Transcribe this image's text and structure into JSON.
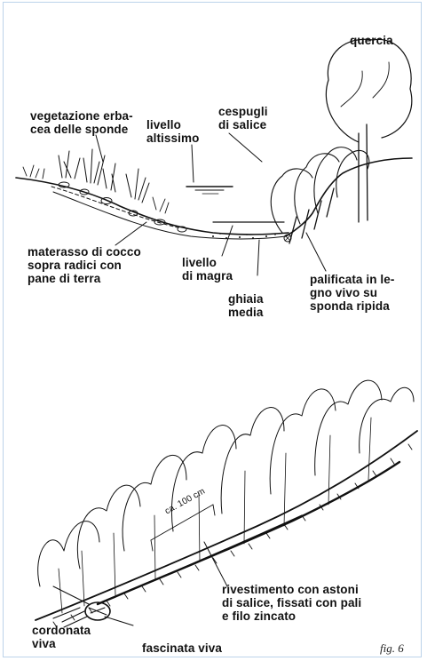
{
  "upper_labels": {
    "quercia": "quercia",
    "vegetazione": "vegetazione erba-\ncea delle sponde",
    "livello_altissimo": "livello\naltissimo",
    "cespugli": "cespugli\ndi salice",
    "materasso": "materasso di cocco\nsopra radici con\npane di terra",
    "livello_magra": "livello\ndi magra",
    "ghiaia": "ghiaia\nmedia",
    "palificata": "palificata in le-\ngno vivo su\nsponda ripida"
  },
  "lower_labels": {
    "distance": "ca. 100 cm",
    "rivestimento": "rivestimento con astoni\ndi salice, fissati con pali\ne filo zincato",
    "cordonata": "cordonata\nviva",
    "fascinata": "fascinata viva"
  },
  "figure_label": "fig. 6",
  "colors": {
    "frame": "#bcd3ea",
    "ink": "#111111"
  }
}
